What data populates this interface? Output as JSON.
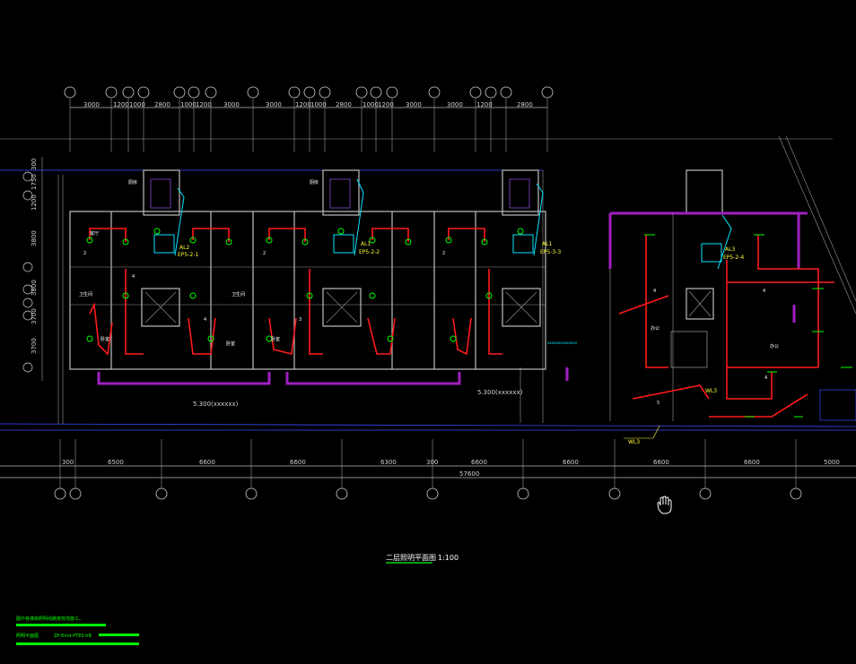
{
  "top_dims": [
    "3000",
    "1200",
    "1000",
    "2800",
    "1000",
    "1200",
    "3000",
    "3000",
    "1200",
    "1000",
    "2800",
    "1000",
    "1200",
    "3000",
    "3000",
    "1200",
    "2800"
  ],
  "bottom_dims": [
    "300",
    "6500",
    "6600",
    "6600",
    "6300",
    "300",
    "6600",
    "6600",
    "6600",
    "6600",
    "5000"
  ],
  "total_dim": "57600",
  "left_dims": [
    "300",
    "1750",
    "1200",
    "3800",
    "3800",
    "3700",
    "3700"
  ],
  "elevations": [
    "5.300(xxxxxx)",
    "5.300(xxxxxx)"
  ],
  "panels": [
    {
      "id": "AL2",
      "sub": "EP5-2-1"
    },
    {
      "id": "AL1",
      "sub": "EP5-2-2"
    },
    {
      "id": "AL1",
      "sub": "EP5-3-3"
    },
    {
      "id": "AL3",
      "sub": "EP5-2-4"
    }
  ],
  "room_labels": [
    "卫生间",
    "卧室",
    "厨房",
    "客厅",
    "卧室",
    "卫生间",
    "卧室",
    "厨房",
    "办公",
    "办公"
  ],
  "circuit_labels": [
    "2",
    "4",
    "4",
    "2",
    "3",
    "2",
    "4",
    "5",
    "4",
    "4"
  ],
  "feeder_labels": [
    "WL3",
    "WL3"
  ],
  "title": "二层照明平面图",
  "scale": "1:100",
  "notes": [
    "图中各楼栋照明线路按规范施工。",
    "照明平面图",
    "ZP-Emd-PTES-VB"
  ],
  "cyan_note": "xxxxxxxxxxxxxx",
  "cursor_icon": "hand-pan-icon"
}
